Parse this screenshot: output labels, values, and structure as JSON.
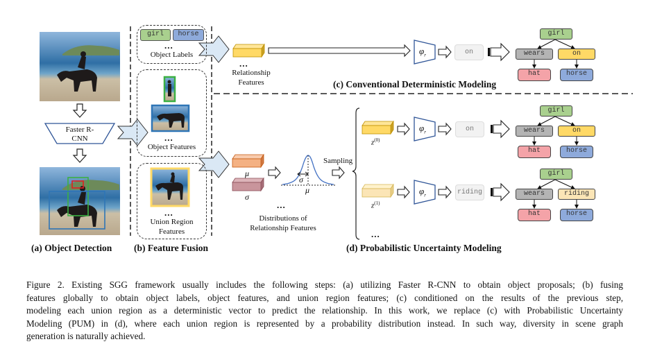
{
  "figure": {
    "panels": {
      "a": "(a) Object Detection",
      "b": "(b) Feature Fusion",
      "c": "(c) Conventional Deterministic Modeling",
      "d": "(d) Probabilistic Uncertainty Modeling"
    },
    "detector_label": [
      "Faster R-",
      "CNN"
    ],
    "object_labels": {
      "tags": [
        "girl",
        "horse"
      ],
      "title": "Object Labels",
      "ellipsis": "..."
    },
    "object_features": {
      "title": "Object Features",
      "ellipsis": "..."
    },
    "union_features": {
      "title": [
        "Union Region",
        "Features"
      ],
      "ellipsis": "..."
    },
    "relationship_features": {
      "title": [
        "Relationship",
        "Features"
      ],
      "ellipsis": "..."
    },
    "classifier_symbol": "φ",
    "classifier_subscript": "r",
    "distribution": {
      "mu": "μ",
      "sigma": "σ",
      "title": [
        "Distributions of",
        "Relationship Features"
      ],
      "ellipsis": "..."
    },
    "sampling_label": "Sampling",
    "samples": [
      {
        "label": "z",
        "superscript": "(0)",
        "predicate": "on"
      },
      {
        "label": "z",
        "superscript": "(1)",
        "predicate": "riding"
      }
    ],
    "sample_ellipsis": "...",
    "conventional_predicate": "on",
    "graphs": [
      {
        "subject": "girl",
        "rel_left": "wears",
        "rel_right": "on",
        "obj_left": "hat",
        "obj_right": "horse"
      },
      {
        "subject": "girl",
        "rel_left": "wears",
        "rel_right": "on",
        "obj_left": "hat",
        "obj_right": "horse"
      },
      {
        "subject": "girl",
        "rel_left": "wears",
        "rel_right": "riding",
        "obj_left": "hat",
        "obj_right": "horse"
      }
    ],
    "colors": {
      "girl": "#a9d08e",
      "horse": "#8eaadb",
      "hat": "#f4a3a8",
      "wears": "#b4b4b4",
      "on": "#ffd966",
      "riding": "#fbe5b6",
      "feature_yellow": "#ffd966",
      "feature_light_yellow": "#fbe5b6",
      "mu_box": "#f4b183",
      "sigma_box": "#c9959c",
      "big_arrow": "#dae8f5",
      "classifier_border": "#2f5597",
      "bbox_girl": "#3cb043",
      "bbox_horse": "#2e75b6",
      "bbox_hat": "#e02020",
      "union_border": "#ffd966"
    }
  },
  "caption": {
    "lines": [
      "Figure 2.  Existing SGG framework usually includes the following steps: (a) utilizing Faster R-CNN to obtain object proposals; (b) fusing",
      "features globally to obtain object labels, object features, and union region features; (c) conditioned on the results of the previous step,",
      "modeling each union region as a deterministic vector to predict the relationship. In this work, we replace (c) with Probabilistic Uncertainty",
      "Modeling (PUM) in (d), where each union region is represented by a probability distribution instead. In such way, diversity in scene graph",
      "generation is naturally achieved."
    ]
  }
}
